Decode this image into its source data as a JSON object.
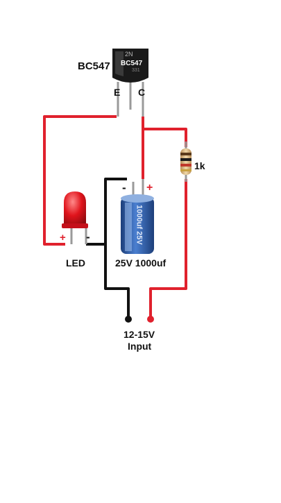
{
  "transistor": {
    "name": "BC547",
    "body_text_top": "2N",
    "body_text_mid": "BC547",
    "body_text_bot": "331",
    "pin_e": "E",
    "pin_c": "C"
  },
  "resistor": {
    "value": "1k"
  },
  "capacitor": {
    "value": "25V 1000uf",
    "minus": "-",
    "plus": "+",
    "body_text": "1000uf 25V"
  },
  "led": {
    "name": "LED",
    "plus": "+",
    "minus": "-"
  },
  "input": {
    "line1": "12-15V",
    "line2": "Input"
  },
  "colors": {
    "positive_wire": "#e0212d",
    "negative_wire": "#111111",
    "led": "#e0141c",
    "capacitor": "#2f5fa8",
    "transistor": "#1a1a1a"
  }
}
